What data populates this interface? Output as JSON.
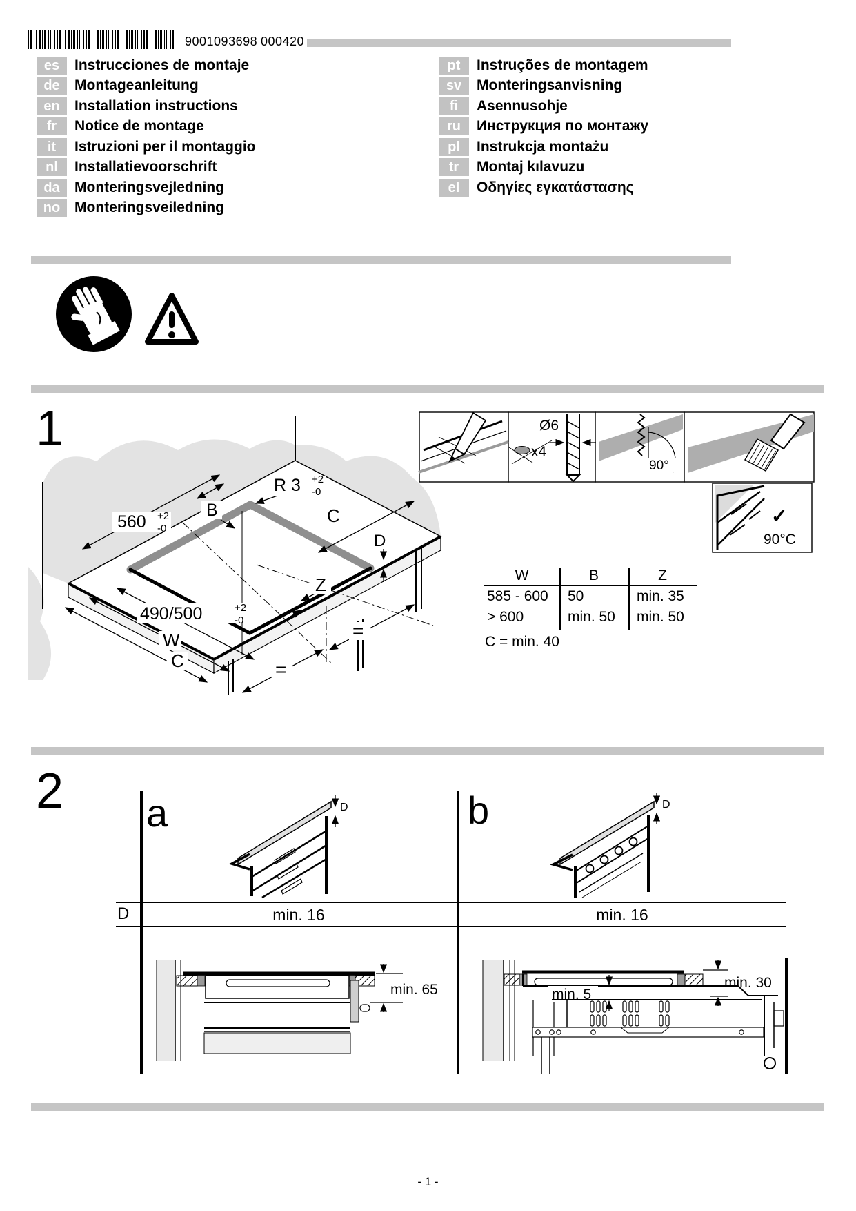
{
  "header": {
    "barcode_number": "9001093698",
    "code": "000420"
  },
  "languages": {
    "left": [
      {
        "code": "es",
        "title": "Instrucciones de montaje"
      },
      {
        "code": "de",
        "title": "Montageanleitung"
      },
      {
        "code": "en",
        "title": "Installation instructions"
      },
      {
        "code": "fr",
        "title": "Notice de montage"
      },
      {
        "code": "it",
        "title": "Istruzioni per il montaggio"
      },
      {
        "code": "nl",
        "title": "Installatievoorschrift"
      },
      {
        "code": "da",
        "title": "Monteringsvejledning"
      },
      {
        "code": "no",
        "title": "Monteringsveiledning"
      }
    ],
    "right": [
      {
        "code": "pt",
        "title": "Instruções de montagem"
      },
      {
        "code": "sv",
        "title": "Monteringsanvisning"
      },
      {
        "code": "fi",
        "title": "Asennusohje"
      },
      {
        "code": "ru",
        "title": "Инструкция по монтажу"
      },
      {
        "code": "pl",
        "title": "Instrukcja montażu"
      },
      {
        "code": "tr",
        "title": "Montaj kılavuzu"
      },
      {
        "code": "el",
        "title": "Οδηγίες εγκατάστασης"
      }
    ]
  },
  "step1": {
    "number": "1",
    "pictograms": {
      "drill_diameter": "Ø6",
      "drill_count": "x4",
      "saw_angle": "90°",
      "check": "✓",
      "max_temp": "90°C"
    },
    "dims": {
      "width_main": "560",
      "width_sup": "+2",
      "width_sub": "-0",
      "radius_main": "R 3",
      "radius_sup": "+2",
      "radius_sub": "-0",
      "depth_main": "490/500",
      "depth_sup": "+2",
      "depth_sub": "-0",
      "b": "B",
      "c_top": "C",
      "d": "D",
      "z": "Z",
      "w": "W",
      "c_bottom": "C",
      "eq_right": "=",
      "eq_bottom": "="
    },
    "table": {
      "headers": [
        "W",
        "B",
        "Z"
      ],
      "rows": [
        [
          "585 - 600",
          "50",
          "min. 35"
        ],
        [
          "> 600",
          "min. 50",
          "min. 50"
        ]
      ]
    },
    "note": "C = min. 40"
  },
  "step2": {
    "number": "2",
    "variant_a": "a",
    "variant_b": "b",
    "row": {
      "label": "D",
      "a_value": "min. 16",
      "b_value": "min. 16"
    },
    "dims": {
      "d_a": "D",
      "d_b": "D",
      "a_depth": "min. 65",
      "b_gap": "min. 5",
      "b_depth": "min. 30"
    }
  },
  "footer": {
    "page": "- 1 -"
  }
}
